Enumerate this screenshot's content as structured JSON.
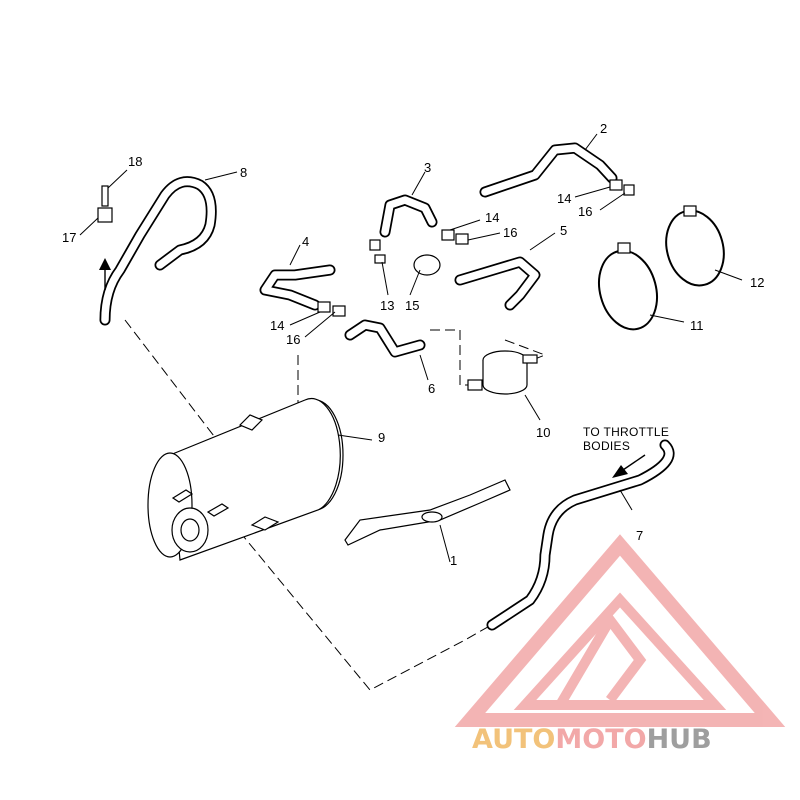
{
  "diagram": {
    "caption_line1": "TO THROTTLE",
    "caption_line2": "BODIES",
    "callouts": {
      "c1": "1",
      "c2": "2",
      "c3": "3",
      "c4": "4",
      "c5": "5",
      "c6": "6",
      "c7": "7",
      "c8": "8",
      "c9": "9",
      "c10": "10",
      "c11": "11",
      "c12": "12",
      "c13": "13",
      "c14a": "14",
      "c14b": "14",
      "c14c": "14",
      "c15": "15",
      "c16a": "16",
      "c16b": "16",
      "c16c": "16",
      "c17": "17",
      "c18": "18"
    }
  },
  "watermark": {
    "part1": "AUTO",
    "part2": "MOTO",
    "part3": "HUB",
    "colors": {
      "auto": "#f2c27a",
      "moto": "#f2a8a8",
      "hub": "#9e9e9e",
      "logo": "#f2a8a8"
    }
  }
}
